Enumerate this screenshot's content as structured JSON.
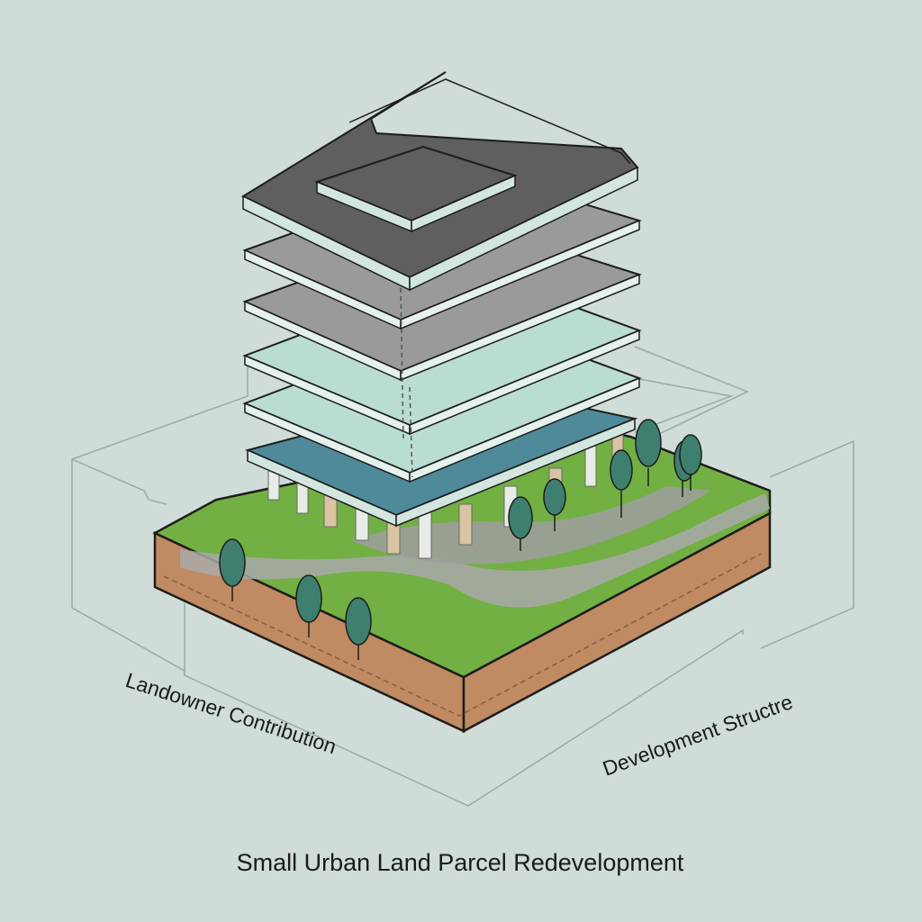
{
  "labels": {
    "left": "Landowner Contribution",
    "right": "Development Structre"
  },
  "title": "Small Urban Land Parcel Redevelopment",
  "colors": {
    "background": "#cfdcd8",
    "roof": "#5f5f5f",
    "floor_gray": "#9a9a9a",
    "floor_mint": "#b9ddd3",
    "canopy": "#4f8a9a",
    "grass": "#72b043",
    "soil": "#c08a62",
    "tree": "#3f7f6f",
    "outline": "#1d1d1d"
  },
  "icons": {
    "tree": "tree-icon"
  }
}
